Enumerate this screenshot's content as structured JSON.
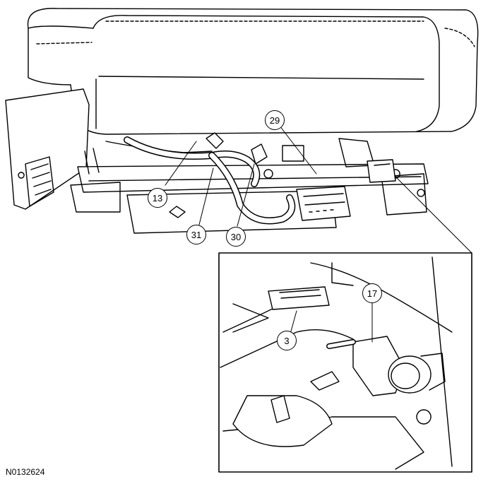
{
  "figure": {
    "id_label": "N0132624",
    "line_color": "#000000",
    "background_color": "#ffffff"
  },
  "callouts": {
    "c13": "13",
    "c29": "29",
    "c31": "31",
    "c30": "30",
    "c17": "17",
    "c3": "3"
  }
}
